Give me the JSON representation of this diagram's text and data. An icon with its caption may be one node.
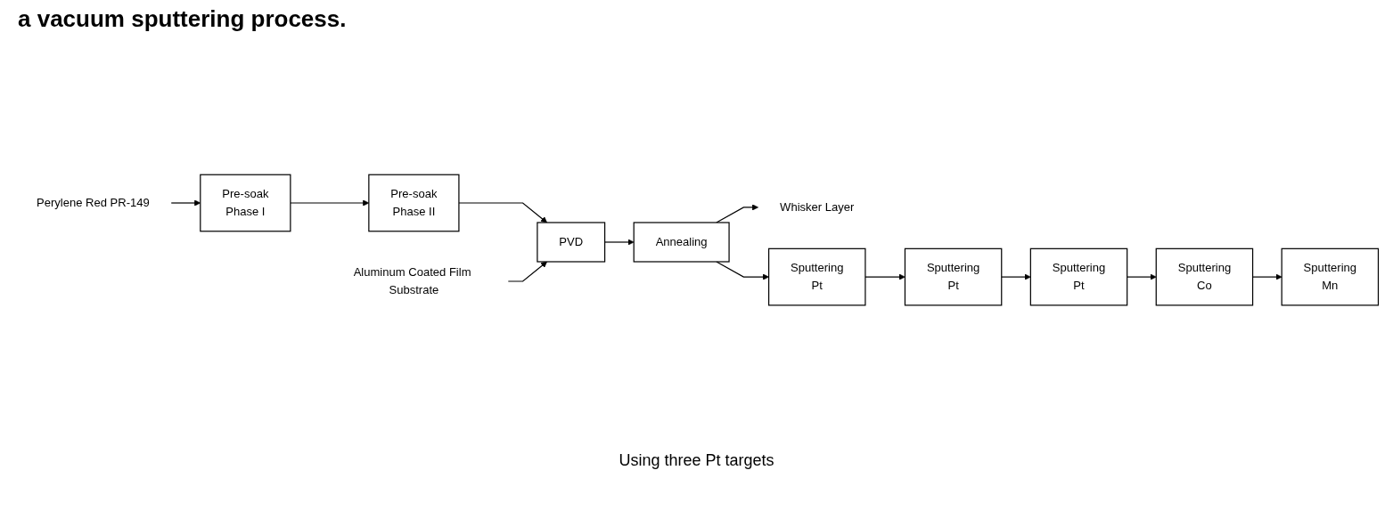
{
  "diagram": {
    "title": "a vacuum sputtering process.",
    "nodes": [
      {
        "text": [
          "Aluminum Coated Film Substrate"
        ]
      },
      {
        "text": [
          "Perylene Red PR-149"
        ]
      },
      {
        "text": [
          "Pre-soak",
          "Phase I"
        ]
      },
      {
        "text": [
          "Pre-soak",
          "Phase II"
        ]
      },
      {
        "text": [
          "PVD"
        ]
      },
      {
        "text": [
          "Annealing"
        ]
      },
      {
        "text": [
          "Whisker Layer"
        ]
      },
      {
        "text": [
          "Sputtering",
          "Pt"
        ]
      },
      {
        "text": [
          "Sputtering",
          "Pt"
        ]
      },
      {
        "text": [
          "Sputtering",
          "Pt"
        ]
      },
      {
        "text": [
          "Sputtering",
          "Co"
        ]
      },
      {
        "text": [
          "Sputtering",
          "Mn"
        ]
      }
    ],
    "edges": [
      {
        "from": 1,
        "to": 2,
        "arrow": "to"
      },
      {
        "from": 2,
        "to": 3,
        "arrow": "to"
      },
      {
        "from": 3,
        "to": 4,
        "arrow": "to"
      },
      {
        "from": 0,
        "to": 4,
        "arrow": "to"
      },
      {
        "from": 4,
        "to": 5,
        "arrow": "to"
      },
      {
        "from": 5,
        "to": 6,
        "arrow": "to"
      },
      {
        "from": 5,
        "to": 7,
        "arrow": "to"
      },
      {
        "from": 7,
        "to": 8,
        "arrow": "to"
      },
      {
        "from": 8,
        "to": 9,
        "arrow": "to"
      },
      {
        "from": 9,
        "to": 10,
        "arrow": "to"
      },
      {
        "from": 10,
        "to": 11,
        "arrow": "to"
      }
    ],
    "labels": [
      "Using three Pt targets"
    ]
  }
}
